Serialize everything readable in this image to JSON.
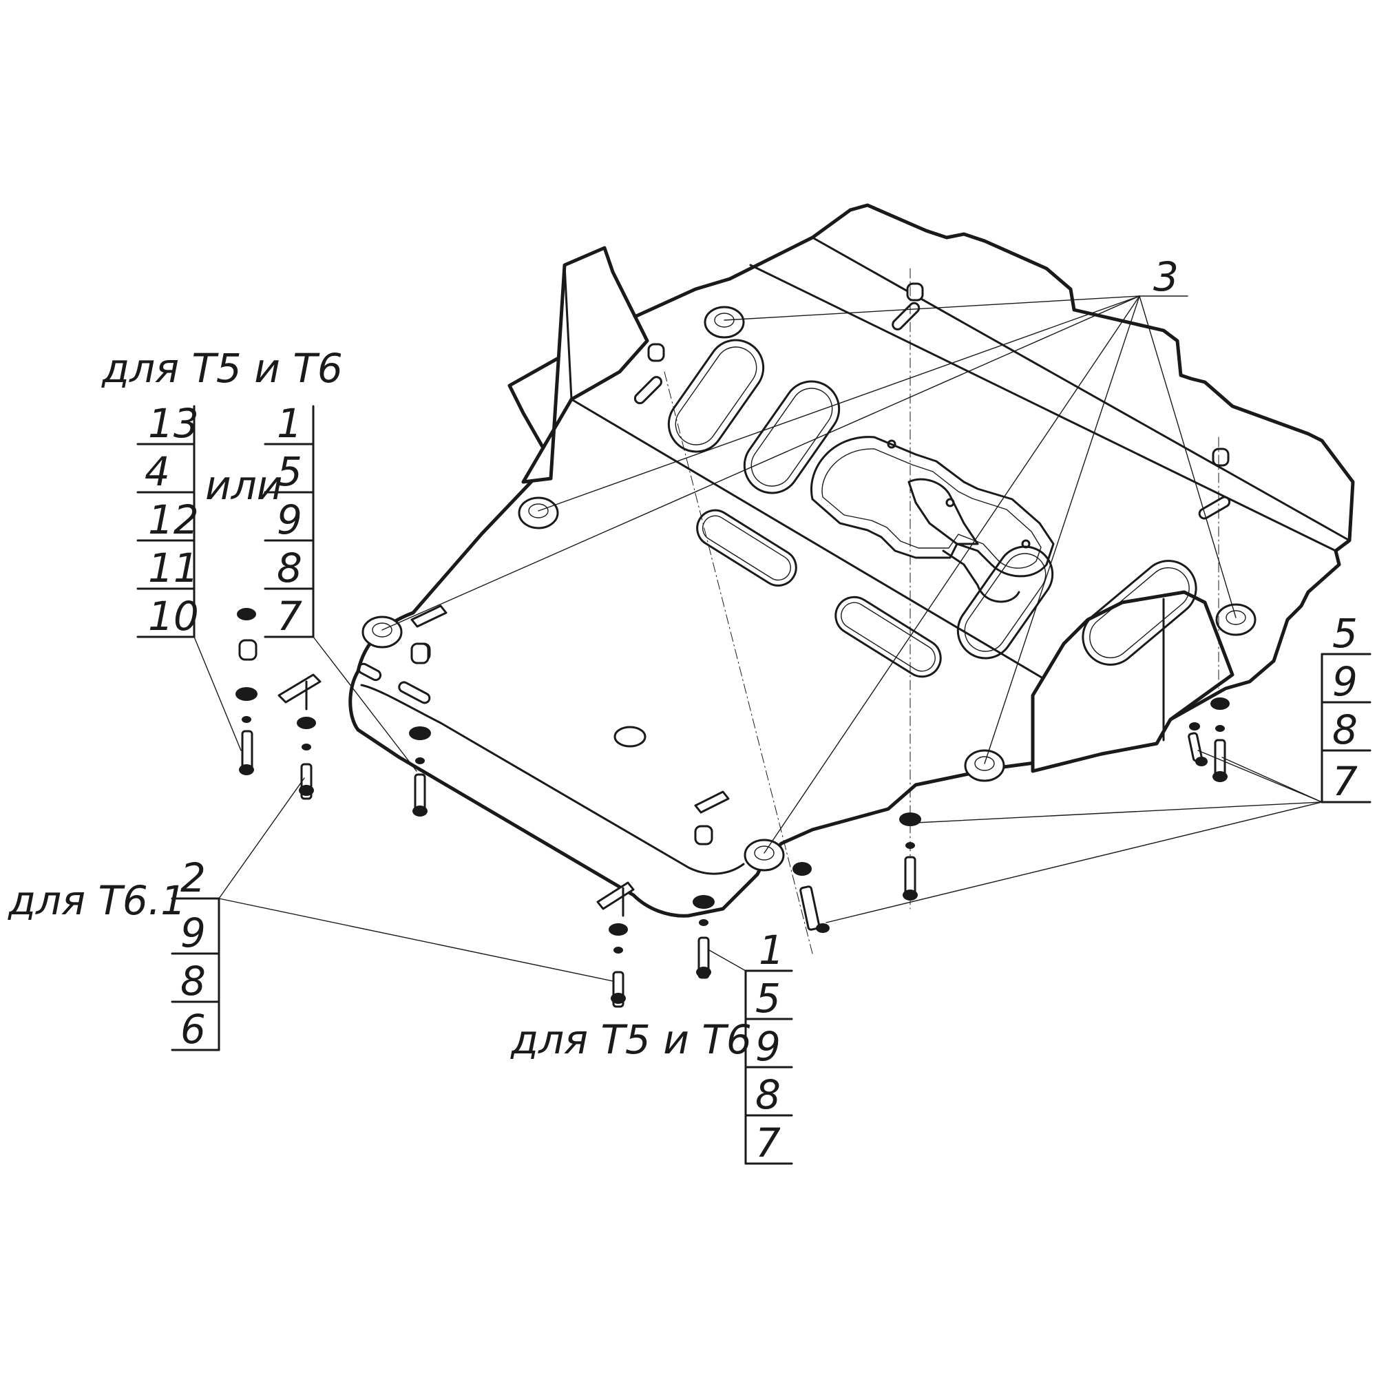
{
  "callouts": {
    "top_left_note": "для Т5 и Т6",
    "or_word": "или",
    "t61_note": "для Т6.1",
    "bottom_note": "для Т5 и Т6",
    "stack_a": [
      "13",
      "4",
      "12",
      "11",
      "10"
    ],
    "stack_b": [
      "1",
      "5",
      "9",
      "8",
      "7"
    ],
    "stack_t61": [
      "2",
      "9",
      "8",
      "6"
    ],
    "stack_bottom": [
      "1",
      "5",
      "9",
      "8",
      "7"
    ],
    "stack_right": [
      "5",
      "9",
      "8",
      "7"
    ],
    "part_3": "3"
  },
  "colors": {
    "ink": "#1a1a1a",
    "paper": "#ffffff"
  }
}
